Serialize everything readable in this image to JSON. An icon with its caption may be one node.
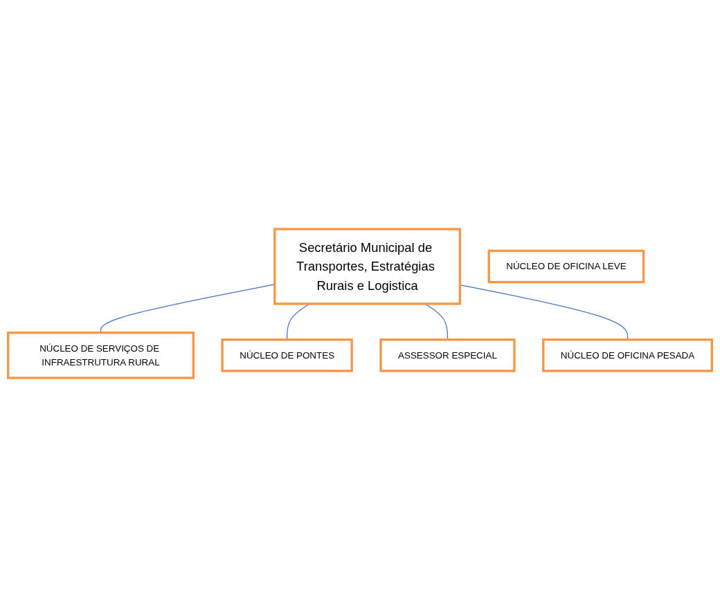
{
  "diagram": {
    "nodes": [
      {
        "text": [
          "Secretário Municipal de Transportes, Estratégias Rurais e Logistica"
        ]
      },
      {
        "text": [
          "NÚCLEO DE SERVIÇOS DE INFRAESTRUTURA RURAL"
        ]
      },
      {
        "text": [
          "NÚCLEO DE OFICINA LEVE"
        ]
      },
      {
        "text": [
          "NÚCLEO DE PONTES"
        ]
      },
      {
        "text": [
          "ASSESSOR ESPECIAL"
        ]
      },
      {
        "text": [
          "NÚCLEO DE OFICINA PESADA"
        ]
      }
    ],
    "edges": [
      {
        "from": 0,
        "to": 1,
        "arrow": "none"
      },
      {
        "from": 0,
        "to": 3,
        "arrow": "none"
      },
      {
        "from": 0,
        "to": 4,
        "arrow": "none"
      },
      {
        "from": 0,
        "to": 5,
        "arrow": "none"
      }
    ]
  }
}
